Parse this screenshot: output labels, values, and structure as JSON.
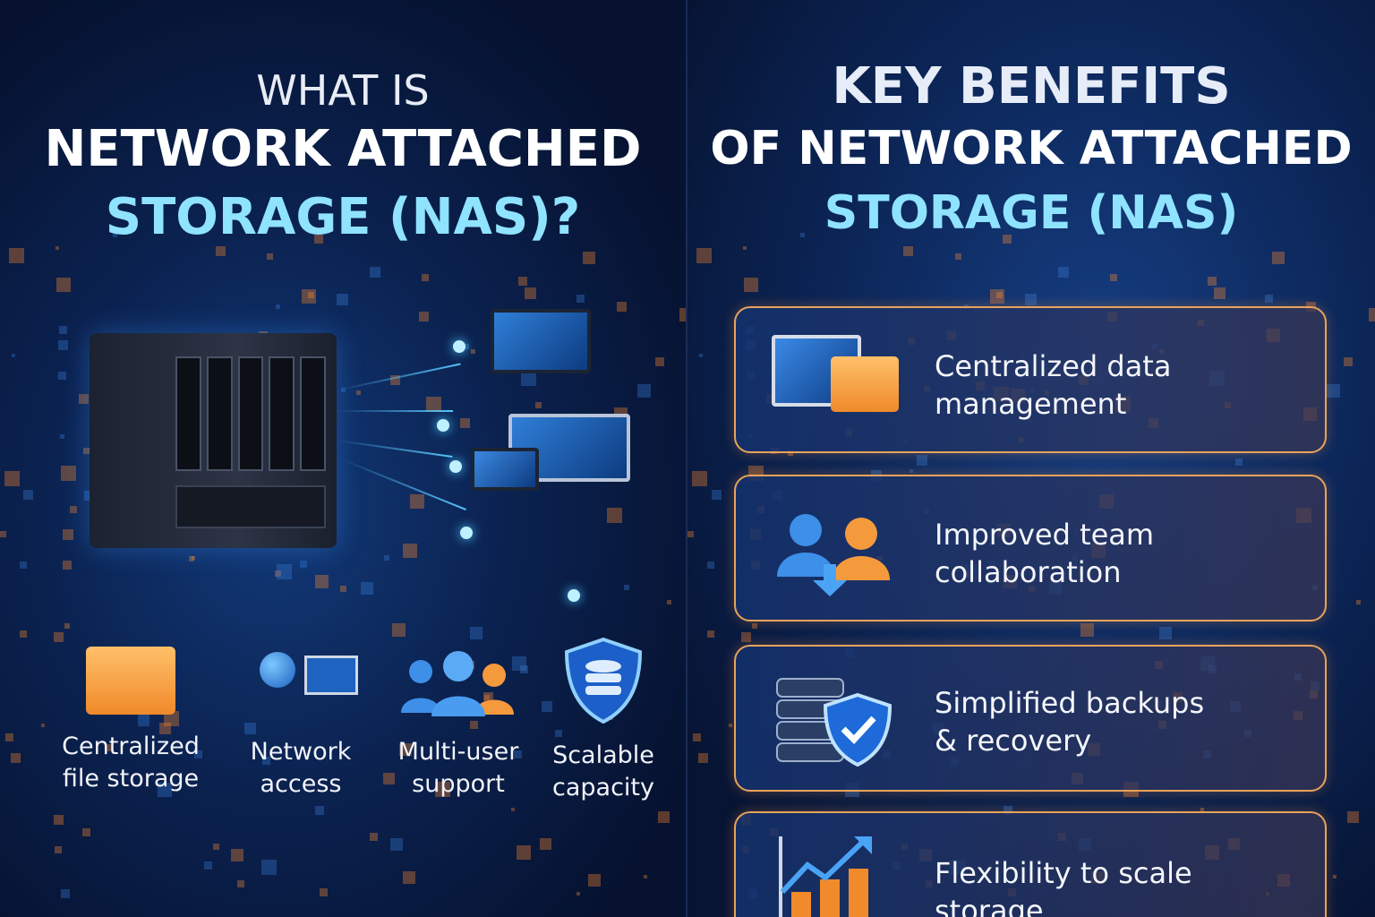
{
  "left": {
    "title_line1": "WHAT IS",
    "title_line2": "NETWORK ATTACHED",
    "title_line3": "STORAGE (NAS)?",
    "features": [
      {
        "icon": "folder-icon",
        "label_line1": "Centralized",
        "label_line2": "file storage"
      },
      {
        "icon": "network-globe-icon",
        "label_line1": "Network",
        "label_line2": "access"
      },
      {
        "icon": "users-icon",
        "label_line1": "Multi-user",
        "label_line2": "support"
      },
      {
        "icon": "shield-database-icon",
        "label_line1": "Scalable",
        "label_line2": "capacity"
      }
    ]
  },
  "right": {
    "title_line1": "KEY BENEFITS",
    "title_line2": "OF NETWORK ATTACHED",
    "title_line3": "STORAGE (NAS)",
    "benefits": [
      {
        "icon": "monitor-folder-icon",
        "line1": "Centralized data",
        "line2": "management"
      },
      {
        "icon": "team-icon",
        "line1": "Improved team",
        "line2": "collaboration"
      },
      {
        "icon": "backup-shield-icon",
        "line1": "Simplified backups",
        "line2": "& recovery"
      },
      {
        "icon": "growth-chart-icon",
        "line1": "Flexibility to scale",
        "line2": "storage"
      }
    ]
  },
  "colors": {
    "accent_cyan": "#8fe3ff",
    "accent_orange": "#e8a35c",
    "background": "#07122e"
  }
}
